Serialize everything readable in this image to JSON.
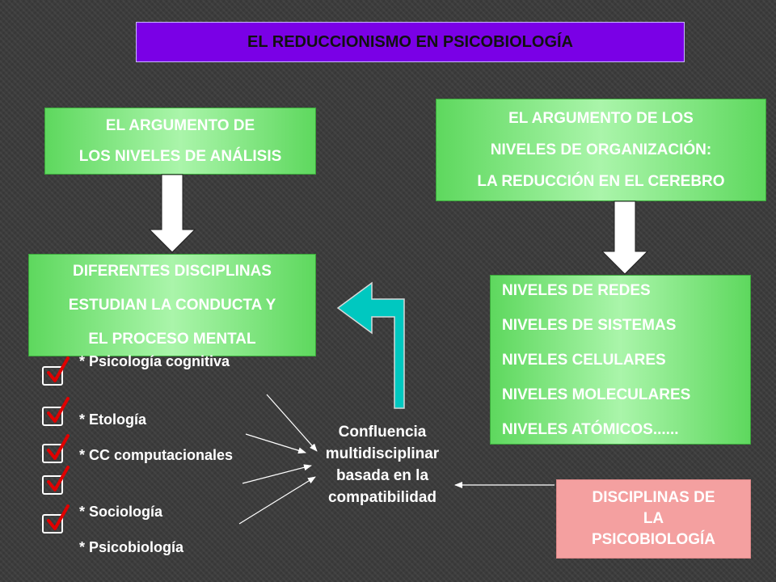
{
  "title": "EL REDUCCIONISMO EN PSICOBIOLOGÍA",
  "box_analysis": [
    "EL ARGUMENTO DE",
    "LOS NIVELES DE ANÁLISIS"
  ],
  "box_organization": [
    "EL ARGUMENTO DE LOS",
    "NIVELES DE ORGANIZACIÓN:",
    "LA REDUCCIÓN EN EL CEREBRO"
  ],
  "box_disciplines": [
    "DIFERENTES DISCIPLINAS",
    "ESTUDIAN LA CONDUCTA Y",
    "EL PROCESO MENTAL"
  ],
  "levels": [
    "NIVELES DE REDES",
    "NIVELES DE SISTEMAS",
    "NIVELES CELULARES",
    "NIVELES MOLECULARES",
    "NIVELES ATÓMICOS......"
  ],
  "psychobiology_box": [
    "DISCIPLINAS DE",
    "LA",
    "PSICOBIOLOGÍA"
  ],
  "disciplines_list": [
    "* Psicología cognitiva",
    "* Etología",
    "* CC computacionales",
    "* Sociología",
    "* Psicobiología"
  ],
  "confluence": [
    "Confluencia",
    "multidisciplinar",
    "basada en la",
    "compatibilidad"
  ],
  "colors": {
    "background": "#3c3c3c",
    "title_box": "#7a00e6",
    "green_box": "#8de88d",
    "pink_box": "#f4a0a0",
    "teal_arrow": "#00c8c0",
    "check_red": "#e00000"
  }
}
